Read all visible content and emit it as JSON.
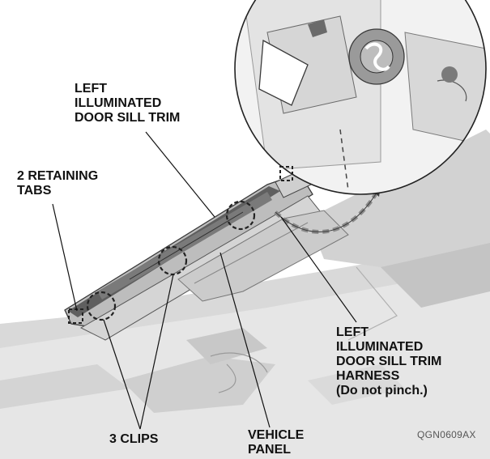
{
  "labels": {
    "door_sill_trim": [
      "LEFT",
      "ILLUMINATED",
      "DOOR SILL TRIM"
    ],
    "retaining_tabs": [
      "2 RETAINING",
      "TABS"
    ],
    "harness": [
      "LEFT",
      "ILLUMINATED",
      "DOOR SILL TRIM",
      "HARNESS",
      "(Do not pinch.)"
    ],
    "clips": [
      "3 CLIPS"
    ],
    "vehicle_panel": [
      "VEHICLE",
      "PANEL"
    ]
  },
  "figure_code": "QGN0609AX",
  "colors": {
    "background": "#ffffff",
    "part_light": "#dcdcdc",
    "part_mid": "#bdbdbd",
    "part_dark": "#8a8a8a",
    "trim_dark": "#5f5f5f",
    "outline": "#3a3a3a",
    "text": "#111111"
  }
}
